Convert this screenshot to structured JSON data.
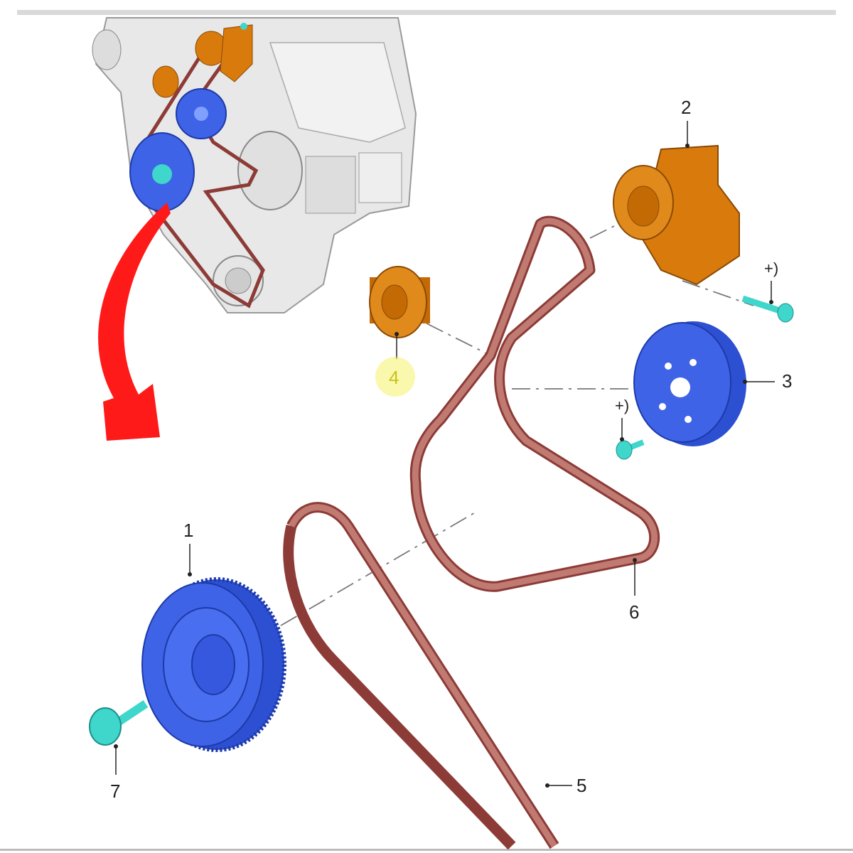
{
  "diagram": {
    "labels": {
      "crankshaft_pulley": "1",
      "belt_tensioner": "2",
      "water_pump_pulley": "3",
      "idler_pulley": "4",
      "long_belt": "5",
      "short_belt": "6",
      "crankshaft_bolt": "7",
      "tensioner_bolt_note": "+)",
      "pump_bolt_note": "+)"
    },
    "colors": {
      "pulley": "#3f63e6",
      "tensioner": "#d97a0c",
      "belt": "#8c3b36",
      "bolt": "#3fd6cc",
      "arrow": "#ff1a1a",
      "highlight": "#f5f26a"
    }
  }
}
